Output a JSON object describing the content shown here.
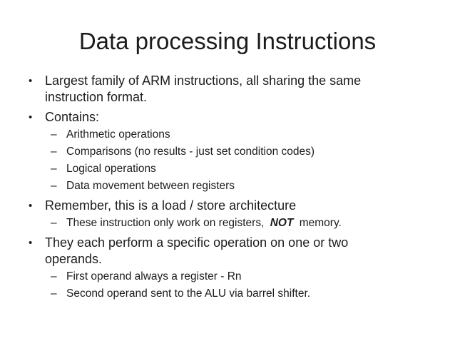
{
  "slide": {
    "title": "Data processing Instructions",
    "markers": {
      "level1": "•",
      "level2": "–"
    },
    "bullets": [
      {
        "level": 1,
        "text": "Largest family of ARM instructions, all sharing the same\ninstruction format."
      },
      {
        "level": 1,
        "text": "Contains:"
      },
      {
        "level": 2,
        "text": "Arithmetic operations"
      },
      {
        "level": 2,
        "text": "Comparisons (no results - just set condition codes)"
      },
      {
        "level": 2,
        "text": "Logical operations"
      },
      {
        "level": 2,
        "text": "Data movement between registers"
      },
      {
        "level": 1,
        "text": "Remember, this is a load / store architecture"
      },
      {
        "level": 2,
        "prefix": "These instruction only work on registers, ",
        "emphasis": "NOT",
        "suffix": " memory."
      },
      {
        "level": 1,
        "text": "They each perform a specific operation on one or two\noperands."
      },
      {
        "level": 2,
        "text": "First operand always a register - Rn"
      },
      {
        "level": 2,
        "text": "Second operand sent to the ALU via barrel shifter."
      }
    ],
    "colors": {
      "text": "#1c1c1c",
      "background": "#ffffff"
    }
  }
}
